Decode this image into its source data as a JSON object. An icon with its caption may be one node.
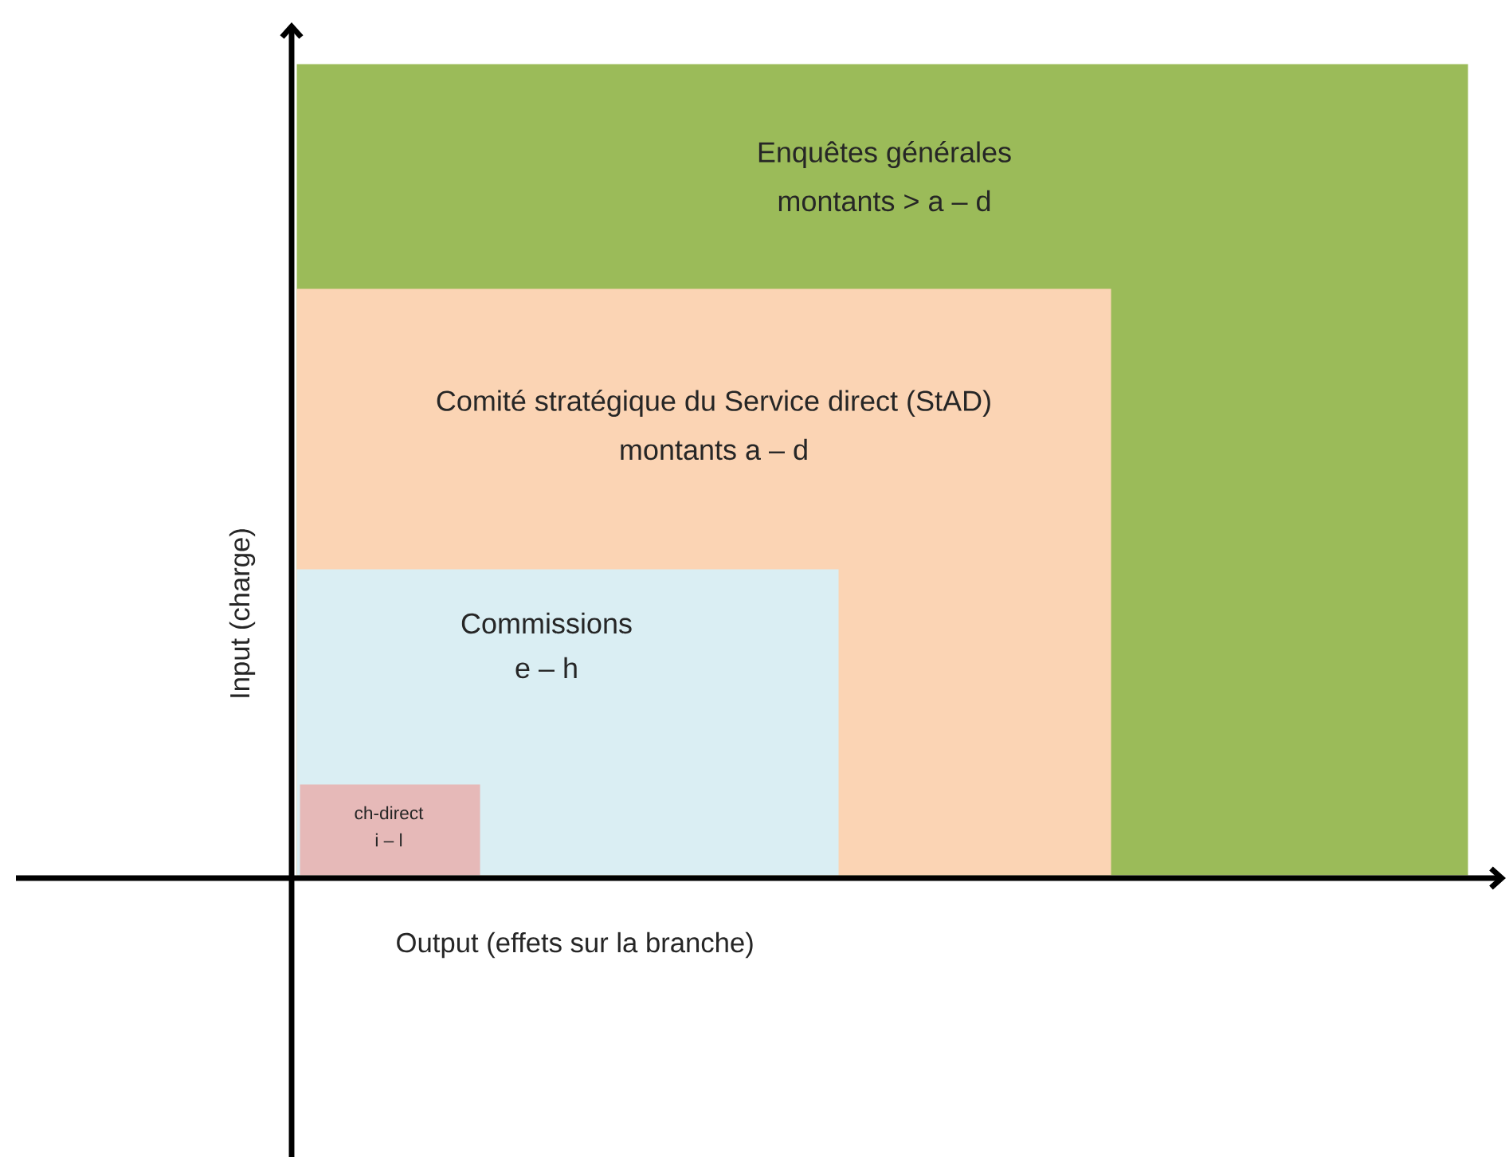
{
  "diagram": {
    "nodes": [
      {
        "text": [
          "Enquêtes générales",
          "montants > a – d"
        ]
      },
      {
        "text": [
          "Comité stratégique du Service direct (StAD)",
          "montants a – d"
        ],
        "in": 0
      },
      {
        "text": [
          "Commissions",
          "e – h"
        ],
        "in": 1
      },
      {
        "text": [
          "ch-direct",
          "i – l"
        ],
        "in": 2
      }
    ],
    "labels": [
      "Input (charge)",
      "Output (effets sur la branche)"
    ]
  }
}
